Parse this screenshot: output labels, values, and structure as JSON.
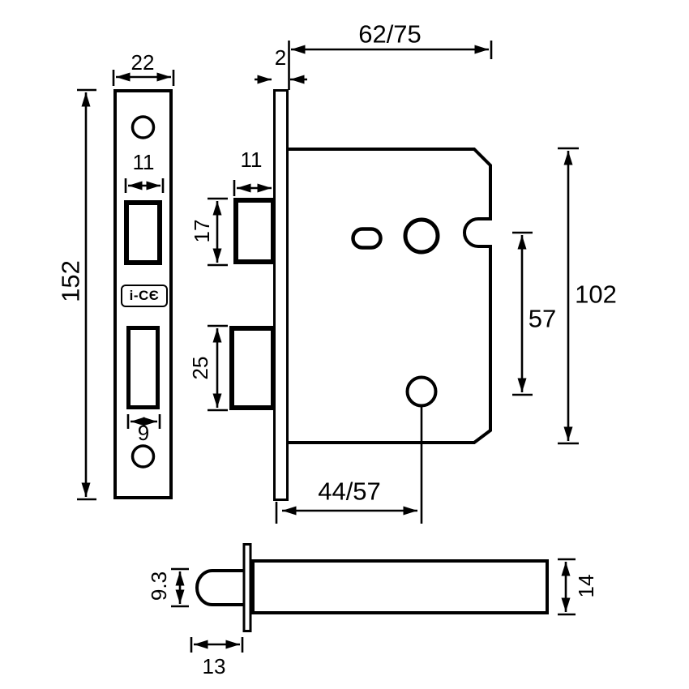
{
  "colors": {
    "line": "#000000",
    "background": "#ffffff"
  },
  "faceplate_view": {
    "width_label": "22",
    "height_label": "152",
    "latch_cutout_width_label": "11",
    "deadbolt_cutout_width_label": "9",
    "logo_text": "i-CЄ"
  },
  "body_view": {
    "plate_thickness_label": "2",
    "case_depth_label": "62/75",
    "latch_width_label": "11",
    "latch_height_label": "17",
    "deadbolt_height_label": "25",
    "hole_spacing_label": "57",
    "case_height_label": "102",
    "backset_label": "44/57"
  },
  "latch_view": {
    "bolt_height_label": "9.3",
    "bolt_length_label": "13",
    "case_thickness_label": "14"
  }
}
